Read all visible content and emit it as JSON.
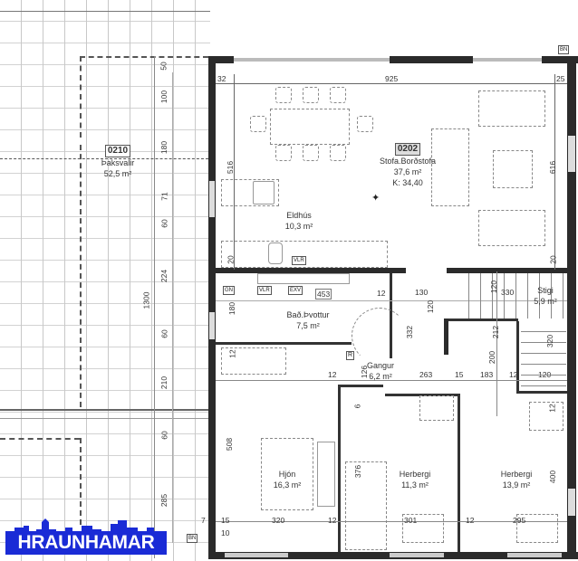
{
  "plan": {
    "rooms": [
      {
        "code": "0210",
        "name": "Þaksvalir",
        "area": "52,5 m²"
      },
      {
        "code": "0202",
        "name": "Stofa.Borðstofa",
        "area": "37,6 m²",
        "note": "K: 34,40"
      },
      {
        "name": "Eldhús",
        "area": "10,3 m²"
      },
      {
        "name": "Bað.Þvottur",
        "area": "7,5 m²"
      },
      {
        "name": "Gangur",
        "area": "6,2 m²"
      },
      {
        "name": "Stigi",
        "area": "5,9 m²"
      },
      {
        "name": "Hjón",
        "area": "16,3 m²"
      },
      {
        "name": "Herbergi",
        "area": "11,3 m²"
      },
      {
        "name": "Herbergi",
        "area": "13,9 m²"
      }
    ],
    "dimensions": {
      "top_left": "32",
      "top_width": "925",
      "top_right": "25",
      "living_left_height": "516",
      "living_right_height": "616",
      "kitchen_low": "20",
      "living_low_right": "20",
      "balcony_50": "50",
      "balcony_100": "100",
      "balcony_180": "180",
      "balcony_71": "71",
      "balcony_60a": "60",
      "balcony_224": "224",
      "balcony_1300": "1300",
      "balcony_60b": "60",
      "balcony_210": "210",
      "balcony_60c": "60",
      "balcony_285": "285",
      "bath_180": "180",
      "bath_12": "12",
      "bath_453": "453",
      "bath_right_12": "12",
      "hall_12": "12",
      "hall_126": "126",
      "hall_332": "332",
      "hall_263": "263",
      "hall_15": "15",
      "hall_183": "183",
      "hall_12b": "12",
      "hall_120": "120",
      "stair_130": "130",
      "stair_120a": "120",
      "stair_120b": "120",
      "stair_330": "330",
      "stair_212": "212",
      "stair_200": "200",
      "stair_320": "320",
      "bed1_508": "508",
      "bed1_320": "320",
      "bed1_15": "15",
      "bed1_10": "10",
      "bed1_7": "7",
      "bed2_6": "6",
      "bed2_376": "376",
      "bed2_12": "12",
      "bed2_301": "301",
      "bed3_12": "12",
      "bed3_295": "295",
      "bed3_400": "400",
      "bed3_12b": "12"
    },
    "tags": {
      "gn": "GN",
      "vlr_bath": "VLR",
      "exv": "EXV",
      "vlr_kitchen": "VLR",
      "r": "R",
      "bn_top": "BN",
      "bn_bottom": "BN"
    }
  },
  "logo": {
    "text": "HRAUNHAMAR",
    "color": "#1a2bd6"
  }
}
